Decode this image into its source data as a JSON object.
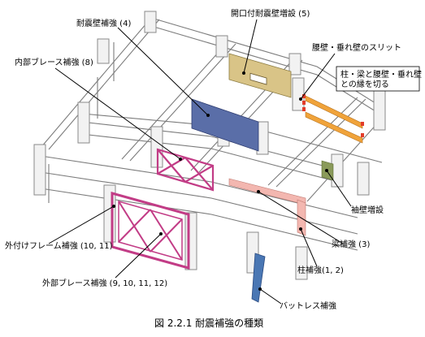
{
  "figure": {
    "caption": "図 2.2.1 耐震補強の種類",
    "labels": {
      "wall_strengthening": "耐震壁補強 (4)",
      "opening_wall_addition": "開口付耐震壁増設 (5)",
      "internal_brace": "内部ブレース補強 (8)",
      "waist_wall_slit": "腰壁・垂れ壁のスリット",
      "slit_note_line1": "柱・梁と腰壁・垂れ壁",
      "slit_note_line2": "との縁を切る",
      "wing_wall": "袖壁増設",
      "beam_strengthening": "梁補強 (3)",
      "column_strengthening": "柱補強(1, 2)",
      "external_frame": "外付けフレーム補強 (10, 11)",
      "external_brace": "外部ブレース補強 (9, 10, 11, 12)",
      "buttress": "バットレス補強"
    },
    "colors": {
      "shear_wall": "#5a6ea8",
      "opening_wall": "#d9c487",
      "brace": "#c23c86",
      "slit": "#f0a33a",
      "wing_wall": "#8a9a5a",
      "beam_column": "#f3b7b0",
      "buttress": "#4a77b4",
      "frame": "#f2f2f2"
    }
  }
}
